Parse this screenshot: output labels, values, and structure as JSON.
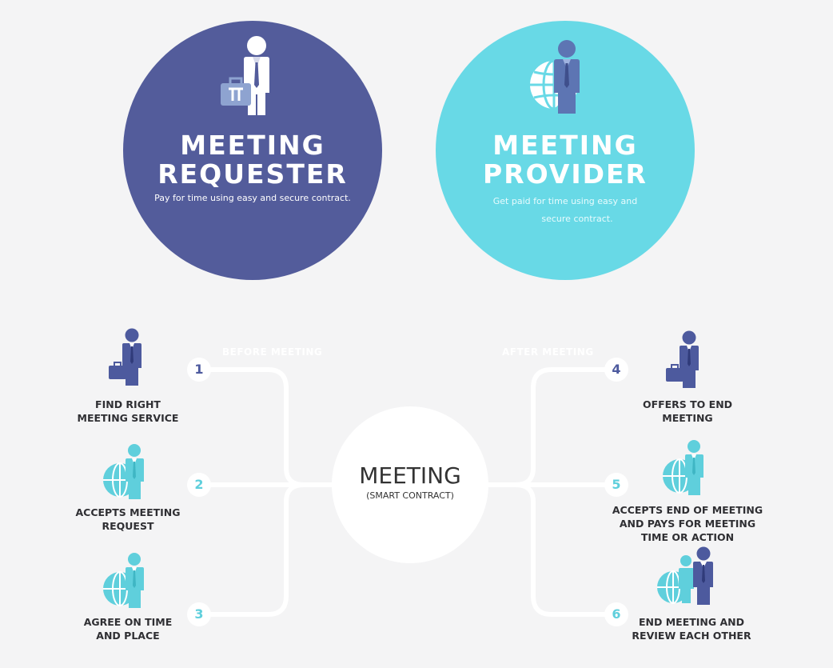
{
  "requester": {
    "title_line1": "MEETING",
    "title_line2": "REQUESTER",
    "description": "Pay for time using easy and secure contract."
  },
  "provider": {
    "title_line1": "MEETING",
    "title_line2": "PROVIDER",
    "description_line1": "Get paid for time using easy and",
    "description_line2": "secure contract."
  },
  "phases": {
    "before": "BEFORE MEETING",
    "after": "AFTER MEETING"
  },
  "center": {
    "title": "MEETING",
    "subtitle": "(SMART CONTRACT)"
  },
  "steps": [
    {
      "number": "1",
      "line1": "FIND RIGHT",
      "line2": "MEETING SERVICE",
      "line3": ""
    },
    {
      "number": "2",
      "line1": "ACCEPTS MEETING",
      "line2": "REQUEST",
      "line3": ""
    },
    {
      "number": "3",
      "line1": "AGREE ON TIME",
      "line2": "AND PLACE",
      "line3": ""
    },
    {
      "number": "4",
      "line1": "OFFERS TO END",
      "line2": "MEETING",
      "line3": ""
    },
    {
      "number": "5",
      "line1": "ACCEPTS END OF MEETING",
      "line2": "AND PAYS FOR MEETING",
      "line3": "TIME OR ACTION"
    },
    {
      "number": "6",
      "line1": "END MEETING AND",
      "line2": "REVIEW EACH OTHER",
      "line3": ""
    }
  ],
  "colors": {
    "requester": "#535c9b",
    "provider": "#68d9e6",
    "requester_icon": "#4d5a9e",
    "provider_icon": "#5fcfdc",
    "connector": "#ffffff",
    "background": "#f4f4f5"
  },
  "icons": {
    "requester": "businessman-briefcase-icon",
    "provider": "businessman-globe-icon",
    "both": "two-businessmen-icon"
  }
}
